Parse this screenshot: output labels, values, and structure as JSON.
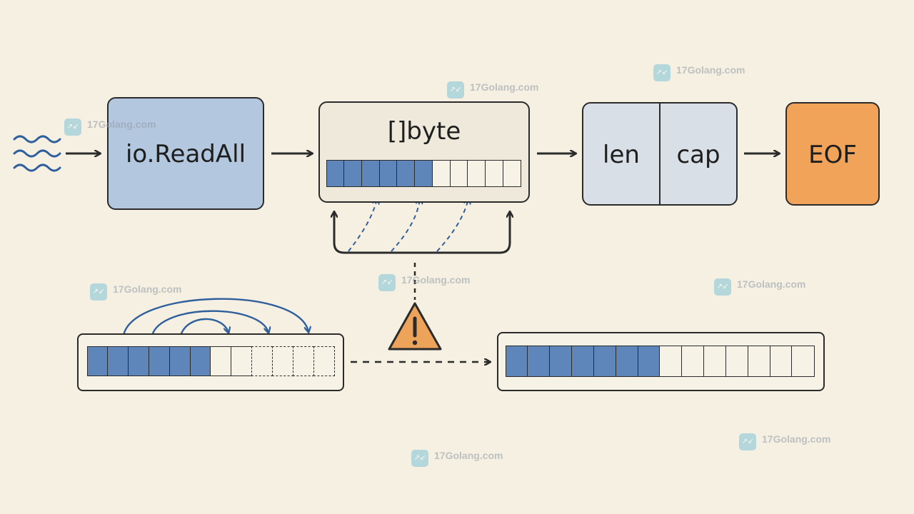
{
  "nodes": {
    "read_all": "io.ReadAll",
    "byte_slice": "[]byte",
    "len": "len",
    "cap": "cap",
    "eof": "EOF"
  },
  "buffers": {
    "byte_slice": {
      "filled": 6,
      "total": 11
    },
    "old": {
      "filled": 6,
      "solid_empty": 2,
      "dashed_empty": 4
    },
    "new": {
      "filled": 7,
      "total": 14
    }
  },
  "icons": [
    "wave-input-icon",
    "warning-icon"
  ],
  "watermark": {
    "text": "17Golang.com",
    "logo_text": "↗↙"
  },
  "colors": {
    "background": "#f6f0e2",
    "read_all_fill": "#b3c7df",
    "filled_cell": "#5f86bb",
    "len_cap_fill": "#d8dfe7",
    "eof_fill": "#f2a35a",
    "warning_fill": "#eea35a",
    "arrow_blue": "#2f5f9c"
  }
}
